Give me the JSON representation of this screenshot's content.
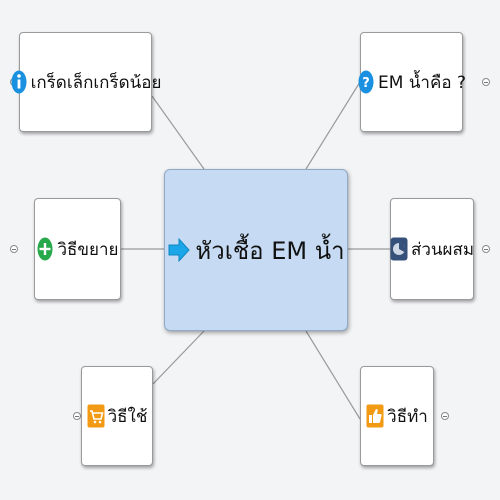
{
  "center": {
    "label": "หัวเชื้อ EM น้ำ",
    "icon": "arrow-right-icon"
  },
  "nodes": [
    {
      "id": "info",
      "label": "เกร็ดเล็กเกร็ดน้อย",
      "icon": "info-icon",
      "icon_color": "#1a90e0"
    },
    {
      "id": "what",
      "label": "EM น้ำคือ ?",
      "icon": "question-icon",
      "icon_color": "#1a90e0"
    },
    {
      "id": "expand",
      "label": "วิธีขยาย",
      "icon": "plus-icon",
      "icon_color": "#27a84a"
    },
    {
      "id": "ingredients",
      "label": "ส่วนผสม",
      "icon": "pie-chart-icon",
      "icon_color": "#35507a"
    },
    {
      "id": "use",
      "label": "วิธีใช้",
      "icon": "shopping-cart-icon",
      "icon_color": "#f29a13"
    },
    {
      "id": "make",
      "label": "วิธีทำ",
      "icon": "thumbs-up-icon",
      "icon_color": "#f29a13"
    }
  ]
}
